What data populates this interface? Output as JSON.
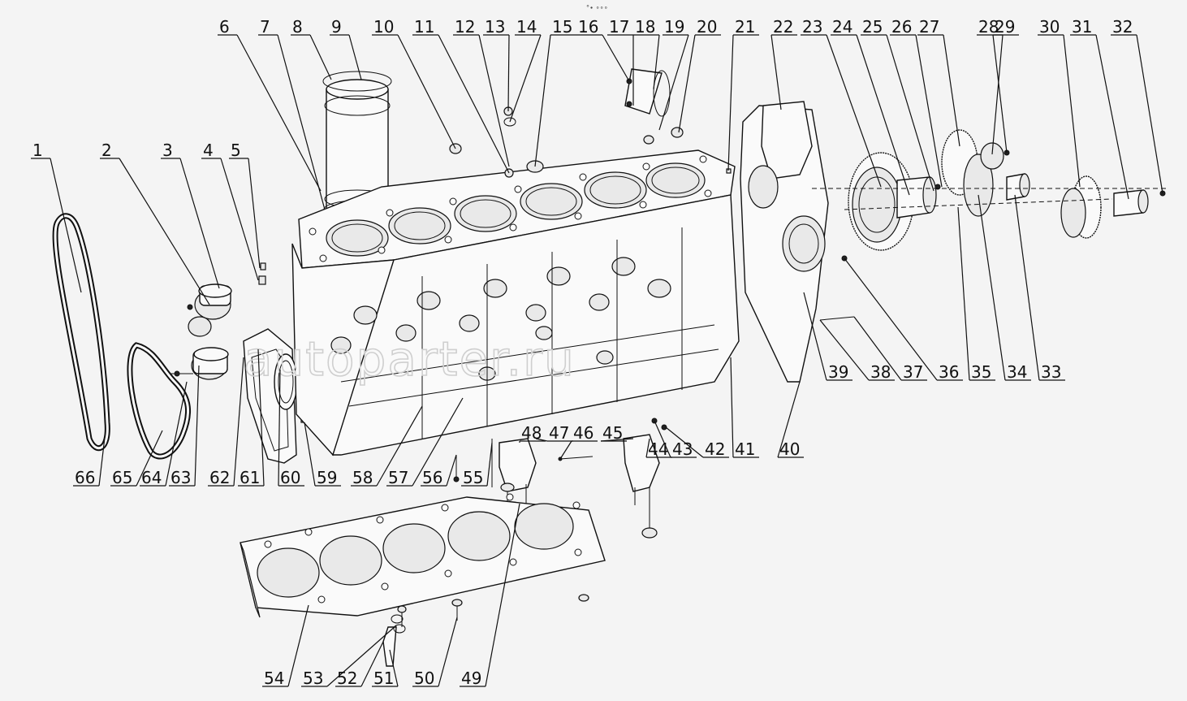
{
  "watermark": "autoparter.ru",
  "top_mark": "°∙ ∘∘∘",
  "callouts": [
    "1",
    "2",
    "3",
    "4",
    "5",
    "6",
    "7",
    "8",
    "9",
    "10",
    "11",
    "12",
    "13",
    "14",
    "15",
    "16",
    "17",
    "18",
    "19",
    "20",
    "21",
    "22",
    "23",
    "24",
    "25",
    "26",
    "27",
    "28",
    "29",
    "30",
    "31",
    "32",
    "33",
    "34",
    "35",
    "36",
    "37",
    "38",
    "39",
    "40",
    "41",
    "42",
    "43",
    "44",
    "45",
    "46",
    "47",
    "48",
    "49",
    "50",
    "51",
    "52",
    "53",
    "54",
    "55",
    "56",
    "57",
    "58",
    "59",
    "60",
    "61",
    "62",
    "63",
    "64",
    "65",
    "66"
  ]
}
